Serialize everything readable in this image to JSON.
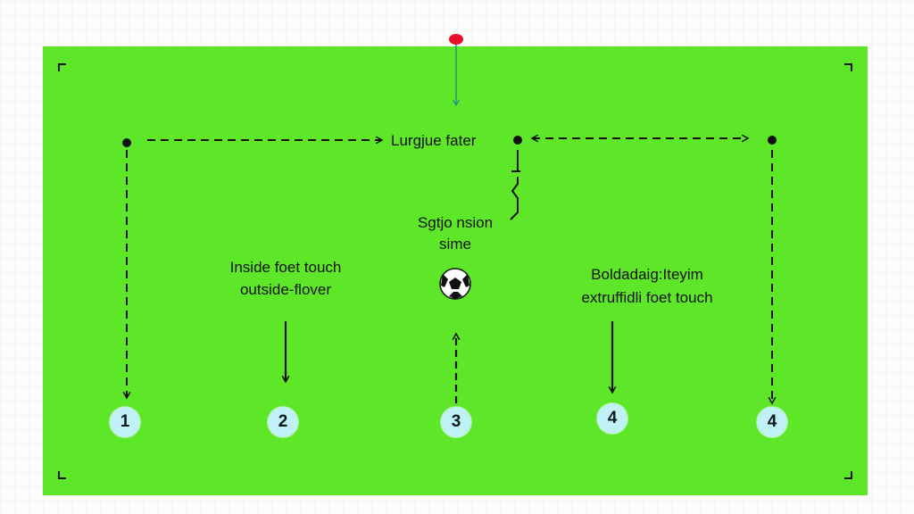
{
  "labels": {
    "top": "Lurgjue fater",
    "center_line1": "Sgtjo nsion",
    "center_line2": "sime",
    "left_line1": "Inside foet touch",
    "left_line2": "outside-flover",
    "right_line1": "Boldadaig:Iteyim",
    "right_line2": "extruffidli foet touch"
  },
  "badges": [
    "1",
    "2",
    "3",
    "4",
    "4"
  ],
  "colors": {
    "field": "#5ee628",
    "badge": "#bff1f7",
    "marker": "#e8102a",
    "marker_line": "#1f9a78",
    "line": "#111111"
  }
}
